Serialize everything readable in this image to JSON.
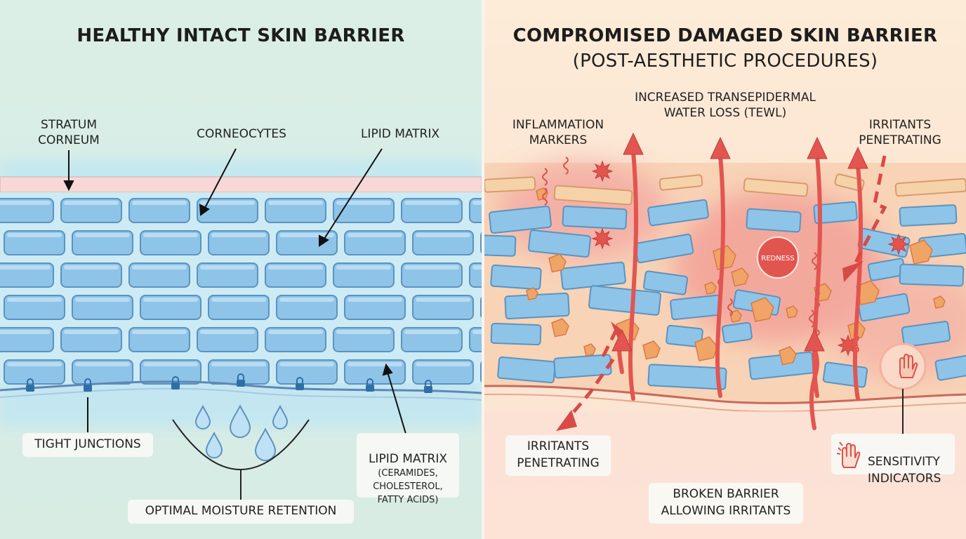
{
  "left": {
    "title": "HEALTHY INTACT SKIN BARRIER",
    "labels": {
      "stratum_corneum": "STRATUM\nCORNEUM",
      "corneocytes": "CORNEOCYTES",
      "lipid_matrix_top": "LIPID MATRIX",
      "tight_junctions": "TIGHT JUNCTIONS",
      "optimal_moisture": "OPTIMAL MOISTURE RETENTION",
      "lipid_matrix_bottom": "LIPID MATRIX",
      "lipid_matrix_detail": "(CERAMIDES,\nCHOLESTEROL,\nFATTY ACIDS)"
    }
  },
  "right": {
    "title": "COMPROMISED DAMAGED SKIN BARRIER",
    "subtitle": "(POST-AESTHETIC PROCEDURES)",
    "labels": {
      "tewl": "INCREASED TRANSEPIDERMAL\nWATER LOSS (TEWL)",
      "inflammation": "INFLAMMATION\nMARKERS",
      "irritants_top": "IRRITANTS\nPENETRATING",
      "redness": "REDNESS",
      "irritants_bottom": "IRRITANTS\nPENETRATING",
      "broken_barrier": "BROKEN BARRIER\nALLOWING IRRITANTS",
      "sensitivity": "SENSITIVITY\nINDICATORS"
    }
  },
  "colors": {
    "cell_fill": "#8ec4e8",
    "cell_stroke": "#5c93bf",
    "arrow_red": "#e25550",
    "lock_blue": "#2f6fa6"
  }
}
